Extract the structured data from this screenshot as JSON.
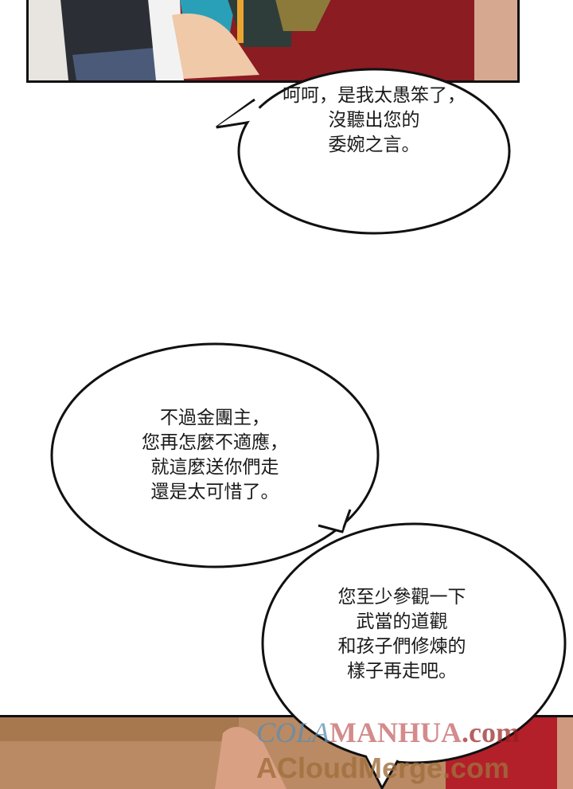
{
  "bubbles": [
    {
      "lines": [
        "呵呵，是我太愚笨了，",
        "沒聽出您的",
        "委婉之言。"
      ]
    },
    {
      "lines": [
        "不過金團主，",
        "您再怎麼不適應，",
        "就這麼送你們走",
        "還是太可惜了。"
      ]
    },
    {
      "lines": [
        "您至少參觀一下",
        "武當的道觀",
        "和孩子們修煉的",
        "樣子再走吧。"
      ]
    }
  ],
  "watermark": {
    "line1a": "COLA",
    "line1b": "MANHUA",
    "line1c": ".com",
    "line2": "ACloudMerge.com"
  },
  "colors": {
    "panel_red": "#b3202a",
    "skin": "#c98e6c"
  }
}
